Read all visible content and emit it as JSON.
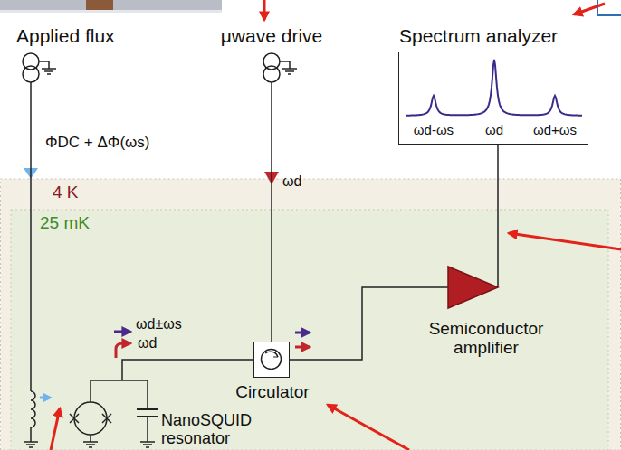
{
  "diagram": {
    "nodes": [
      {
        "text": [
          "Applied flux"
        ]
      },
      {
        "text": [
          "μwave drive"
        ]
      },
      {
        "text": [
          "Spectrum analyzer",
          "ωd-ωs",
          "ωd",
          "ωd+ωs"
        ]
      },
      {
        "text": [
          "4 K"
        ]
      },
      {
        "text": [
          "25 mK"
        ],
        "in": 3
      },
      {
        "text": [
          "Semiconductor amplifier"
        ],
        "in": 3
      },
      {
        "text": [
          "Circulator"
        ],
        "in": 4
      },
      {
        "text": [
          "NanoSQUID resonator"
        ],
        "in": 4
      }
    ],
    "edges": [
      {
        "from": 1,
        "to": 6,
        "arrow": "none"
      },
      {
        "from": 7,
        "to": 6,
        "arrow": "none"
      },
      {
        "from": 6,
        "to": 5,
        "arrow": "none"
      },
      {
        "from": 5,
        "to": 2,
        "arrow": "none"
      },
      {
        "from": 0,
        "to": 7,
        "arrow": "none"
      }
    ],
    "labels": [
      "ΦDC + ΔΦ(ωs)",
      "ωd",
      "ωd±ωs",
      "ωd"
    ]
  }
}
